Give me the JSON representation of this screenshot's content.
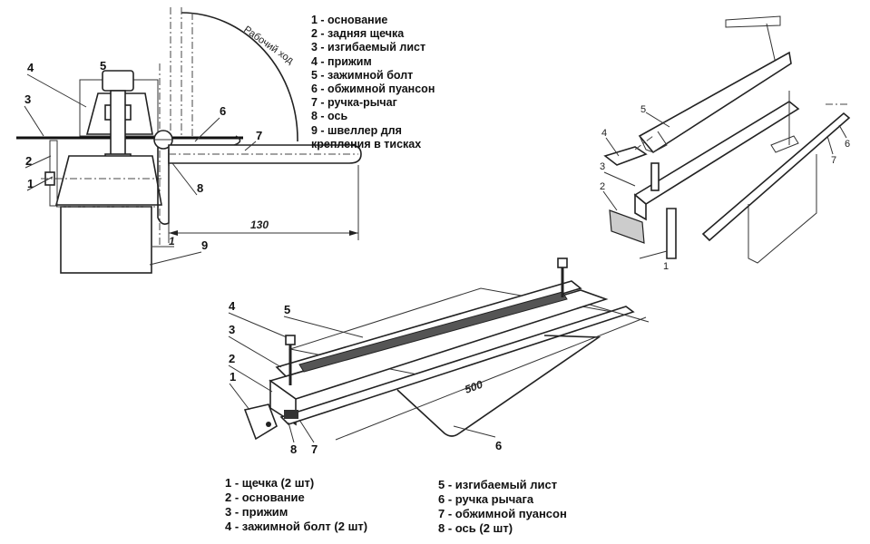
{
  "section_view": {
    "legend": [
      "1 - основание",
      "2 - задняя щечка",
      "3 - изгибаемый лист",
      "4 - прижим",
      "5 - зажимной болт",
      "6 - обжимной пуансон",
      "7 - ручка-рычаг",
      "8 - ось",
      "9 - швеллер для",
      "крепления в тисках"
    ],
    "callouts": [
      "1",
      "2",
      "3",
      "4",
      "5",
      "6",
      "7",
      "8",
      "9"
    ],
    "arc_label": "Рабочий ход",
    "dim_handle": "130",
    "dim_gap": "1"
  },
  "exploded_view": {
    "callouts": [
      "1",
      "2",
      "3",
      "4",
      "5",
      "6",
      "7"
    ]
  },
  "assembly_view": {
    "callouts": [
      "1",
      "2",
      "3",
      "4",
      "5",
      "6",
      "7",
      "8"
    ],
    "dim_length": "500",
    "legend_left": [
      "1 - щечка (2 шт)",
      "2 - основание",
      "3 - прижим",
      "4 - зажимной болт (2 шт)"
    ],
    "legend_right": [
      "5 - изгибаемый лист",
      "6 - ручка рычага",
      "7 - обжимной пуансон",
      "8 - ось (2 шт)"
    ]
  }
}
